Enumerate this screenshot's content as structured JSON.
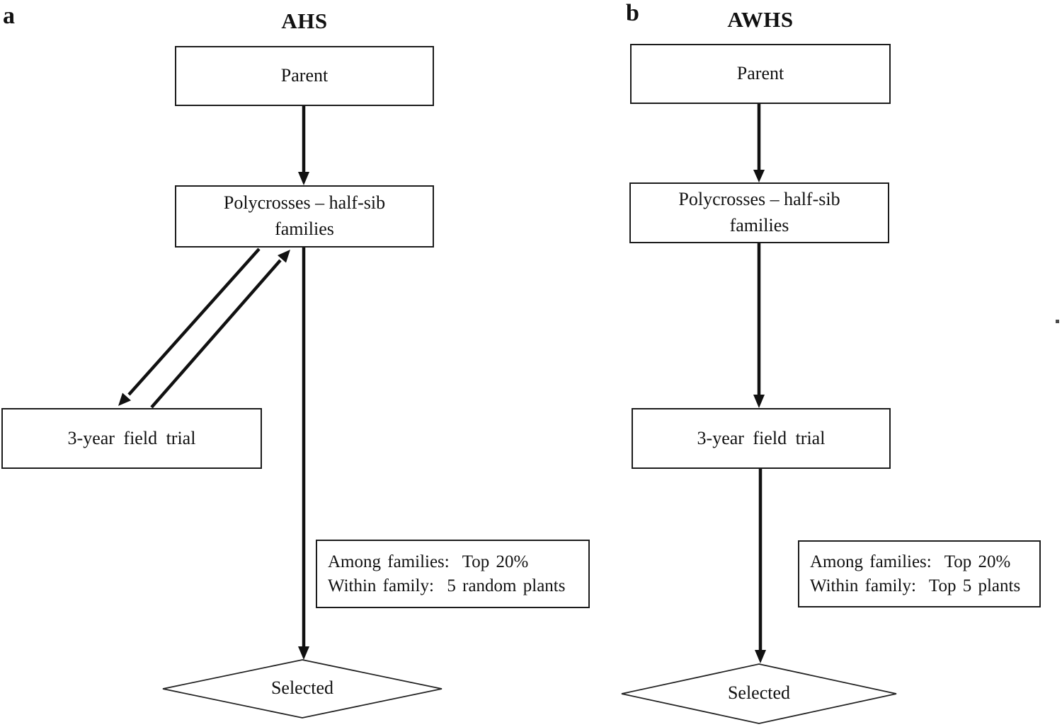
{
  "figure": {
    "panel_a": {
      "label": "a",
      "title": "AHS",
      "parent_box": "Parent",
      "polycross_line1": "Polycrosses – half-sib",
      "polycross_line2": "families",
      "trial_box": "3-year field trial",
      "note_line1": "Among families:  Top 20%",
      "note_line2": "Within family:  5 random plants",
      "diamond_label": "Selected"
    },
    "panel_b": {
      "label": "b",
      "title": "AWHS",
      "parent_box": "Parent",
      "polycross_line1": "Polycrosses – half-sib",
      "polycross_line2": "families",
      "trial_box": "3-year field trial",
      "note_line1": "Among families:  Top 20%",
      "note_line2": "Within family:  Top 5 plants",
      "diamond_label": "Selected"
    },
    "colors": {
      "ink": "#111111",
      "background": "#ffffff"
    }
  }
}
